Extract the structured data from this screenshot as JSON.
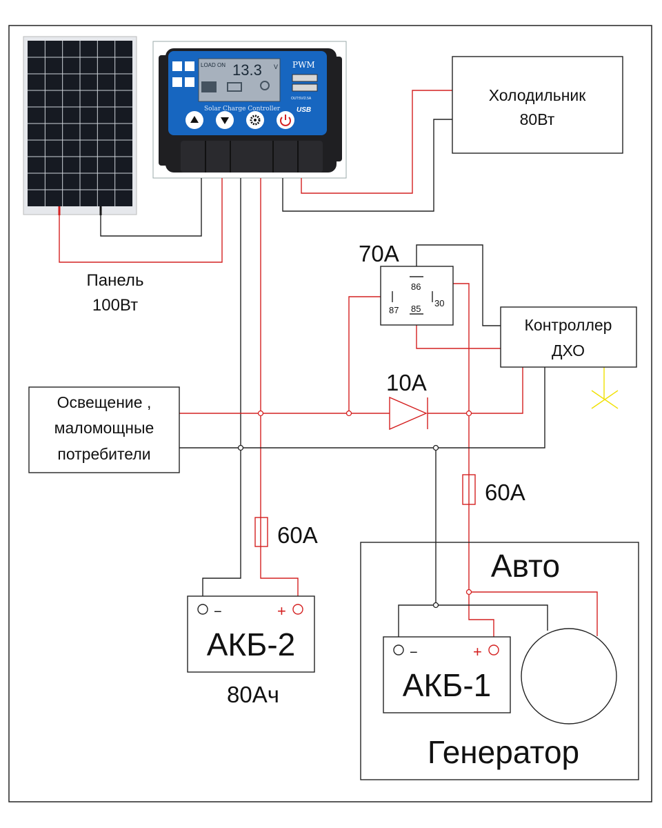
{
  "colors": {
    "positive_wire": "#d42020",
    "negative_wire": "#222222",
    "sensor_wire": "#f0e000",
    "controller_body": "#1f1f22",
    "controller_face": "#1766c0",
    "lcd": "#a7b1bd",
    "panel_cell": "#161a22"
  },
  "solar_panel": {
    "label_line1": "Панель",
    "label_line2": "100Вт"
  },
  "charge_controller": {
    "lcd_mode": "LOAD ON",
    "lcd_value": "13.3",
    "lcd_unit": "V",
    "brand_text": "PWM",
    "caption": "Solar Charge Controller",
    "usb_label": "USB",
    "usb_spec": "OUT:5V/2.5A",
    "buttons": [
      "up-arrow",
      "down-arrow",
      "gear",
      "power"
    ]
  },
  "fridge": {
    "line1": "Холодильник",
    "line2": "80Вт"
  },
  "relay": {
    "rating": "70А",
    "pins": [
      "86",
      "87",
      "85",
      "30"
    ]
  },
  "drl_controller": {
    "line1": "Контроллер",
    "line2": "ДХО"
  },
  "diode": {
    "rating": "10А"
  },
  "lighting": {
    "line1": "Освещение ,",
    "line2": "маломощные",
    "line3": "потребители"
  },
  "fuse_main": {
    "rating": "60А"
  },
  "fuse_car": {
    "rating": "60А"
  },
  "battery2": {
    "name": "АКБ-2",
    "capacity": "80Ач",
    "minus": "−",
    "plus": "+"
  },
  "car": {
    "title": "Авто",
    "battery1_name": "АКБ-1",
    "generator_label": "Генератор",
    "minus": "−",
    "plus": "+"
  }
}
